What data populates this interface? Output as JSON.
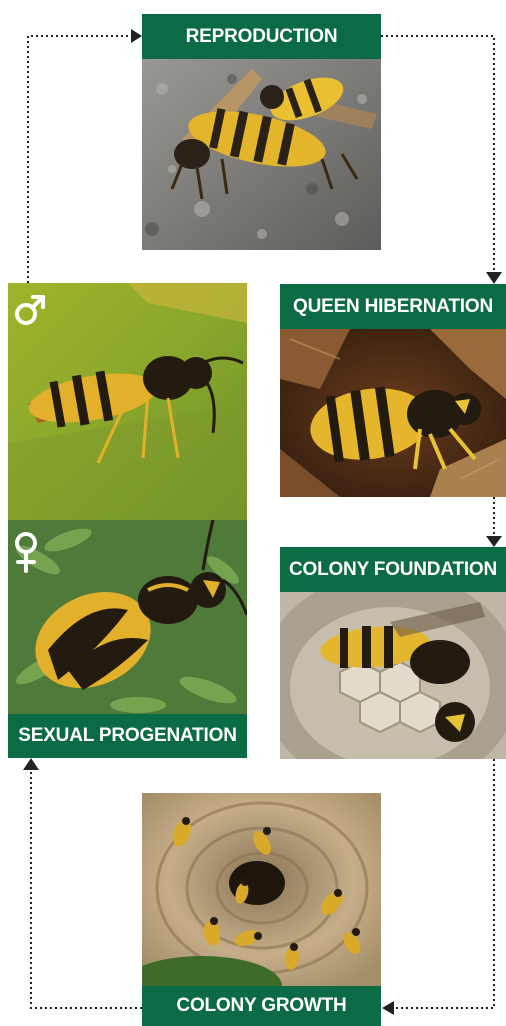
{
  "stages": {
    "reproduction": "REPRODUCTION",
    "queen_hibernation": "QUEEN HIBERNATION",
    "colony_foundation": "COLONY FOUNDATION",
    "colony_growth": "COLONY GROWTH",
    "sexual_progenation": "SEXUAL PROGENATION"
  },
  "symbols": {
    "male": "♂",
    "female": "♀"
  },
  "colors": {
    "label_bg": "#0b6b45",
    "label_text": "#ffffff",
    "connector": "#222222"
  }
}
